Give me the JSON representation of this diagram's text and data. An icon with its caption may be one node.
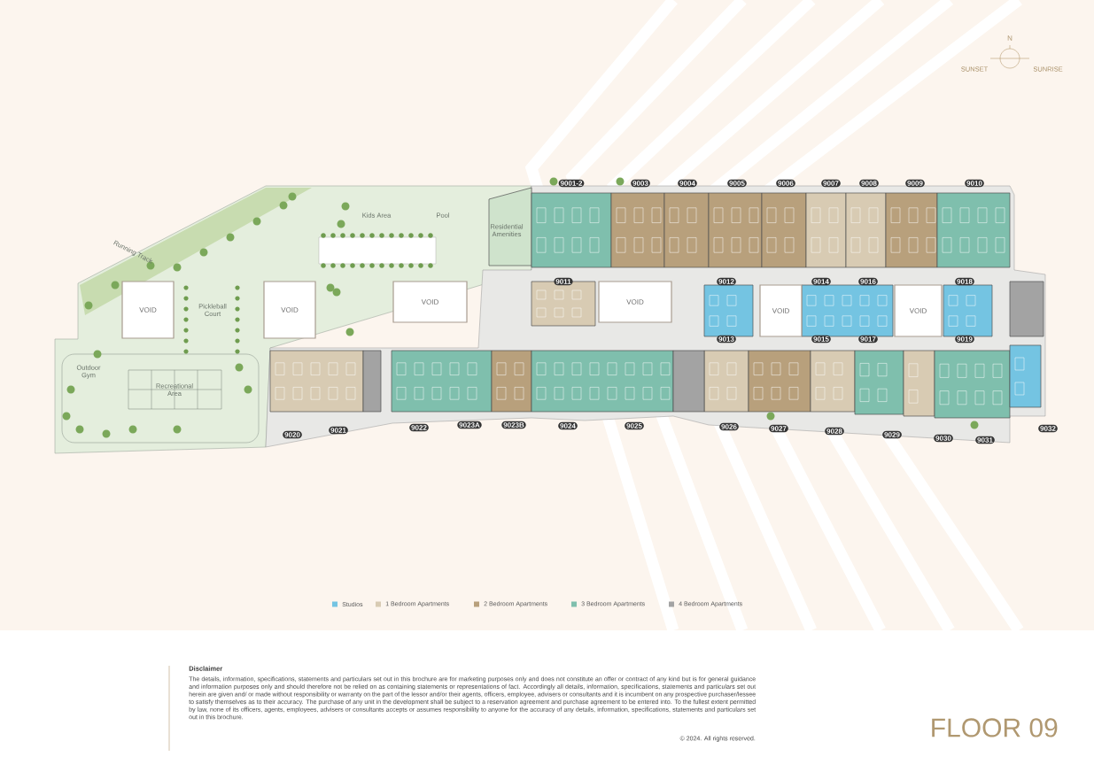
{
  "diagram": {
    "title": "FLOOR 09",
    "nodes": [
      {
        "text": [
          "9001-2"
        ]
      },
      {
        "text": [
          "9003"
        ]
      },
      {
        "text": [
          "9004"
        ]
      },
      {
        "text": [
          "9005"
        ]
      },
      {
        "text": [
          "9006"
        ]
      },
      {
        "text": [
          "9007"
        ]
      },
      {
        "text": [
          "9008"
        ]
      },
      {
        "text": [
          "9009"
        ]
      },
      {
        "text": [
          "9010"
        ]
      },
      {
        "text": [
          "VOID"
        ]
      },
      {
        "text": [
          "VOID"
        ]
      },
      {
        "text": [
          "VOID"
        ]
      },
      {
        "text": [
          "VOID"
        ]
      },
      {
        "text": [
          "VOID"
        ]
      },
      {
        "text": [
          "VOID"
        ]
      },
      {
        "text": [
          "9011"
        ]
      },
      {
        "text": [
          "9012"
        ]
      },
      {
        "text": [
          "9014"
        ]
      },
      {
        "text": [
          "9016"
        ]
      },
      {
        "text": [
          "9018"
        ]
      },
      {
        "text": [
          "9013"
        ]
      },
      {
        "text": [
          "9015"
        ]
      },
      {
        "text": [
          "9017"
        ]
      },
      {
        "text": [
          "9019"
        ]
      },
      {
        "text": [
          "9032"
        ]
      },
      {
        "text": [
          "9022"
        ]
      },
      {
        "text": [
          "9023A"
        ]
      },
      {
        "text": [
          "9023B"
        ]
      },
      {
        "text": [
          "9024"
        ]
      },
      {
        "text": [
          "9025"
        ]
      },
      {
        "text": [
          "9026"
        ]
      },
      {
        "text": [
          "9021"
        ]
      },
      {
        "text": [
          "9027"
        ]
      },
      {
        "text": [
          "9028"
        ]
      },
      {
        "text": [
          "9020"
        ]
      },
      {
        "text": [
          "9029"
        ]
      },
      {
        "text": [
          "9030"
        ]
      },
      {
        "text": [
          "9031"
        ]
      }
    ],
    "edges": [],
    "labels": [
      "N",
      "SUNSET",
      "SUNRISE",
      "Kids Area",
      "Pool",
      "Running Track",
      "Residential Amenities",
      "Pickleball Court",
      "Outdoor Gym",
      "Recreational Area",
      "Disclaimer",
      "The details, information, specifications, statements and particulars set out in this brochure are for marketing purposes only and does not constitute an offer or contract of any kind but is for general guidance and information purposes only and should therefore not be relied on as containing statements or representations of fact. Accordingly all details, information, specifications, statements and particulars set out herein are given and/ or made without responsibility or warranty on the part of the lessor and/or their agents, officers, employee, advisers or consultants and it is incumbent on any prospective purchaser/lessee to satisfy themselves as to their accuracy. The purchase of any unit in the development shall be subject to a reservation agreement and purchase agreement to be entered into. To the fullest extent permitted by law, none of its officers, agents, employees, advisers or consultants accepts or assumes responsibility to anyone for the accuracy of any details, information, specifications, statements and particulars set out in this brochure.",
      "© 2024. All rights reserved."
    ],
    "legend": [
      {
        "text": "Studios",
        "color": "#74c4e2"
      },
      {
        "text": "1 Bedroom Apartments",
        "color": "#d8cbb3"
      },
      {
        "text": "2 Bedroom Apartments",
        "color": "#b8a07c"
      },
      {
        "text": "3 Bedroom Apartments",
        "color": "#7fbfad"
      },
      {
        "text": "4 Bedroom Apartments",
        "color": "#a3a3a3"
      }
    ]
  }
}
